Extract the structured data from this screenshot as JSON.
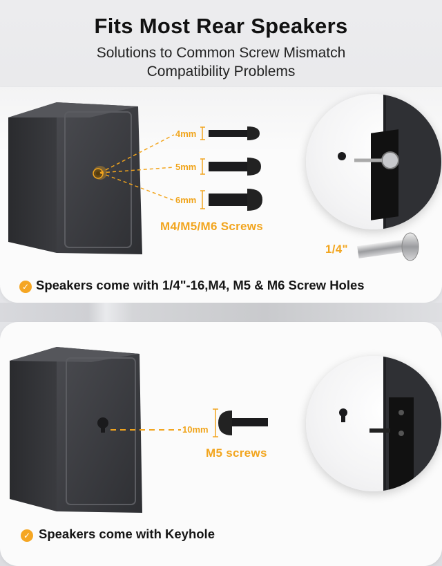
{
  "header": {
    "title": "Fits Most Rear Speakers",
    "subtitle_line1": "Solutions to Common Screw Mismatch",
    "subtitle_line2": "Compatibility Problems"
  },
  "section1": {
    "screws": [
      {
        "size": "4mm"
      },
      {
        "size": "5mm"
      },
      {
        "size": "6mm"
      }
    ],
    "screws_label": "M4/M5/M6 Screws",
    "quarter_inch_label": "1/4\"",
    "note": "Speakers come with 1/4\"-16,M4, M5 & M6 Screw Holes"
  },
  "section2": {
    "screw_size": "10mm",
    "screws_label": "M5 screws",
    "note": "Speakers come with Keyhole"
  },
  "colors": {
    "accent": "#f2a51e",
    "speaker_body": "#3a3b3f",
    "text": "#151515"
  }
}
